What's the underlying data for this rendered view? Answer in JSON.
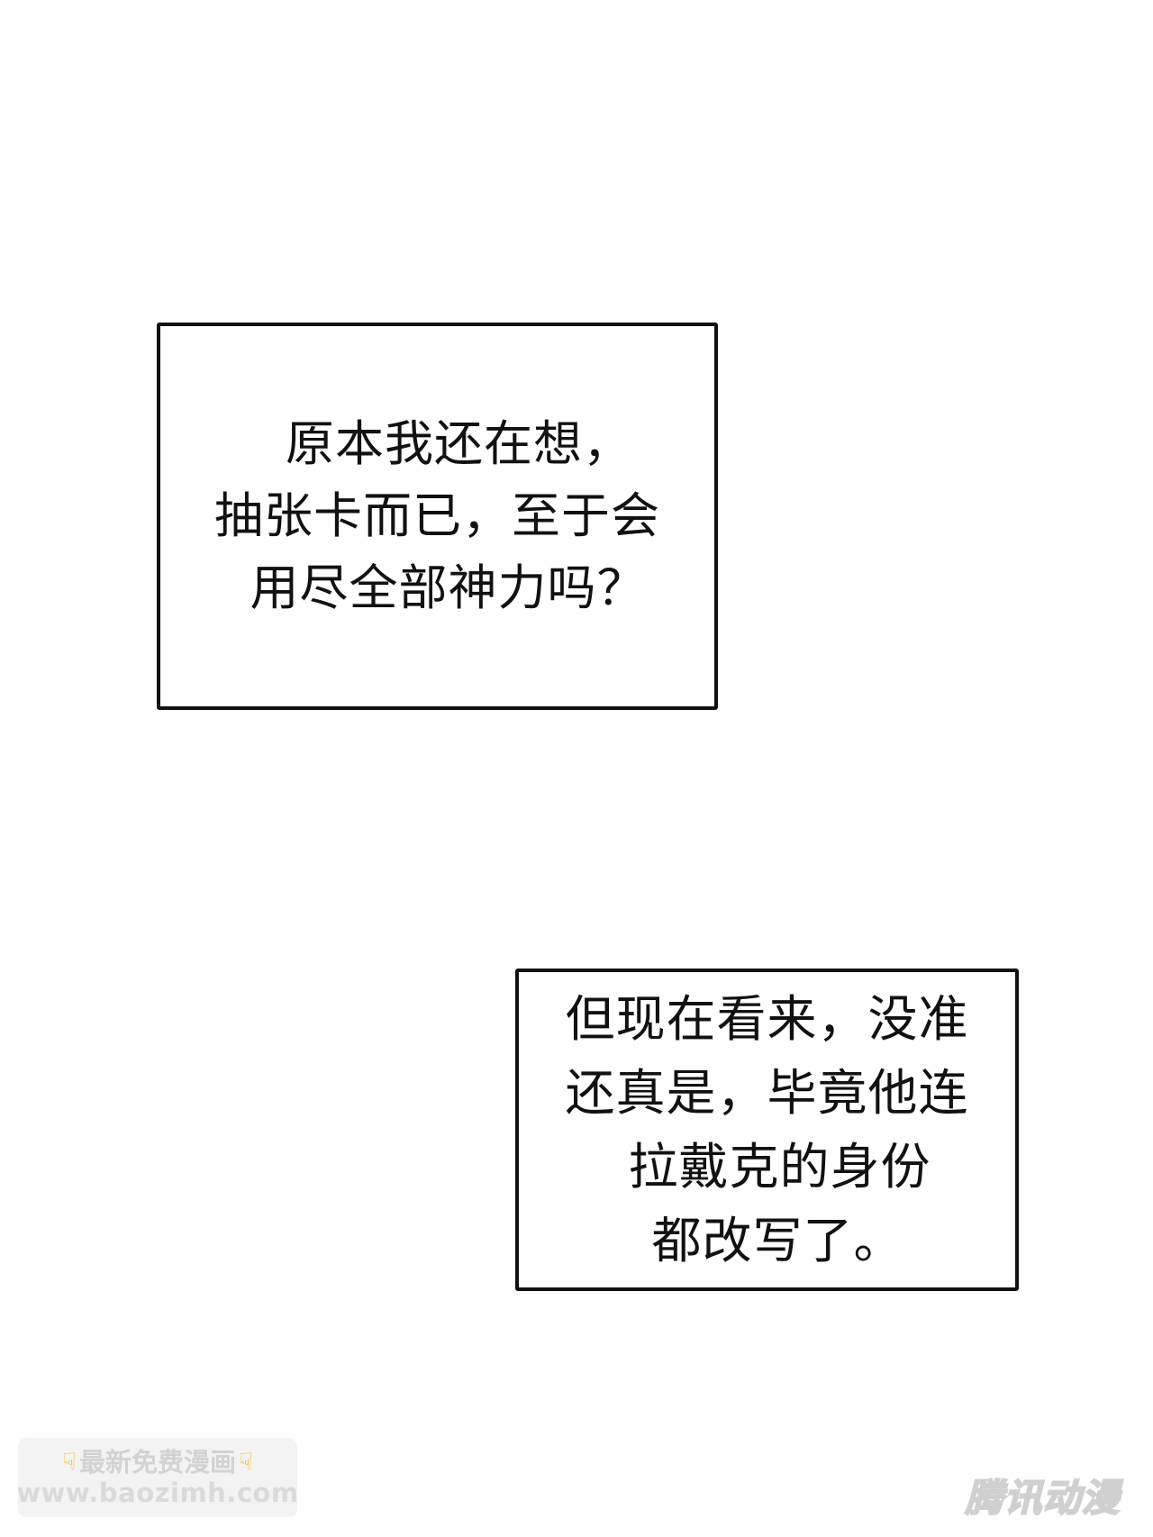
{
  "panels": [
    {
      "lines": [
        "原本我还在想，",
        "抽张卡而已，至于会",
        "用尽全部神力吗？"
      ]
    },
    {
      "lines": [
        "但现在看来，没准",
        "还真是，毕竟他连",
        "拉戴克的身份",
        "都改写了。"
      ]
    }
  ],
  "watermark": {
    "title": "最新免费漫画",
    "url": "www.baozimh.com",
    "icon": "pointing-down-hand-icon"
  },
  "logo": {
    "text": "腾讯动漫"
  },
  "colors": {
    "background": "#ffffff",
    "text": "#111111",
    "watermark_bg": "#f3f3f3",
    "watermark_text": "#d3d3d3",
    "hand_emoji": "#f5b91e"
  }
}
